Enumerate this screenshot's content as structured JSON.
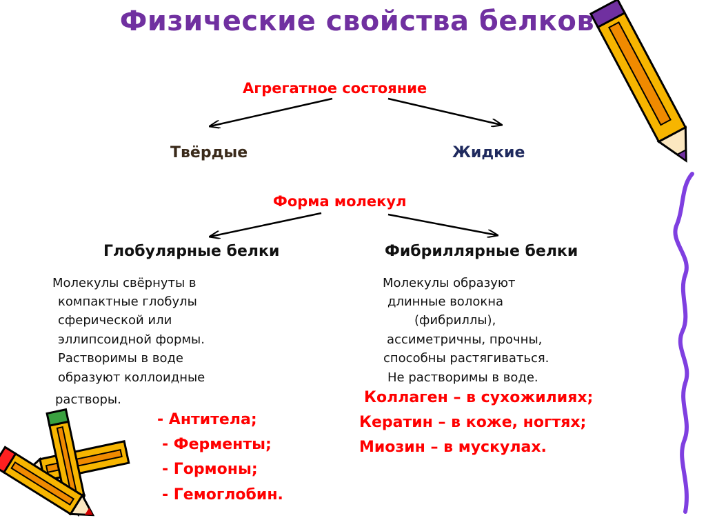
{
  "title": "Физические свойства белков",
  "aggregate": {
    "label": "Агрегатное состояние",
    "left": "Твёрдые",
    "right": "Жидкие"
  },
  "form": {
    "label": "Форма молекул",
    "left": "Глобулярные белки",
    "right": "Фибриллярные белки"
  },
  "globular": {
    "lines": [
      "Молекулы свёрнуты в",
      "компактные глобулы",
      "сферической или",
      "эллипсоидной формы.",
      "Растворимы в воде",
      "образуют коллоидные",
      "растворы."
    ],
    "examples": [
      "- Антитела;",
      "- Ферменты;",
      "-  Гормоны;",
      "- Гемоглобин."
    ]
  },
  "fibrillar": {
    "lines": [
      "Молекулы образуют",
      "длинные волокна",
      "(фибриллы),",
      "ассиметричны, прочны,",
      "способны растягиваться.",
      "Не растворимы в воде."
    ],
    "examples": [
      "Коллаген – в сухожилиях;",
      "Кератин – в коже, ногтях;",
      "Миозин – в мускулах."
    ]
  },
  "colors": {
    "title": "#7030a0",
    "accent_red": "#ff0000",
    "solid_label": "#3a2a1a",
    "liquid_label": "#1f2a5e",
    "pencil_body": "#f7b500",
    "pencil_stripe": "#7030a0",
    "wavy_line": "#7f3fe0"
  },
  "icons": [
    "pencil-icon",
    "pencil-pair-icon",
    "wavy-line-decoration"
  ]
}
